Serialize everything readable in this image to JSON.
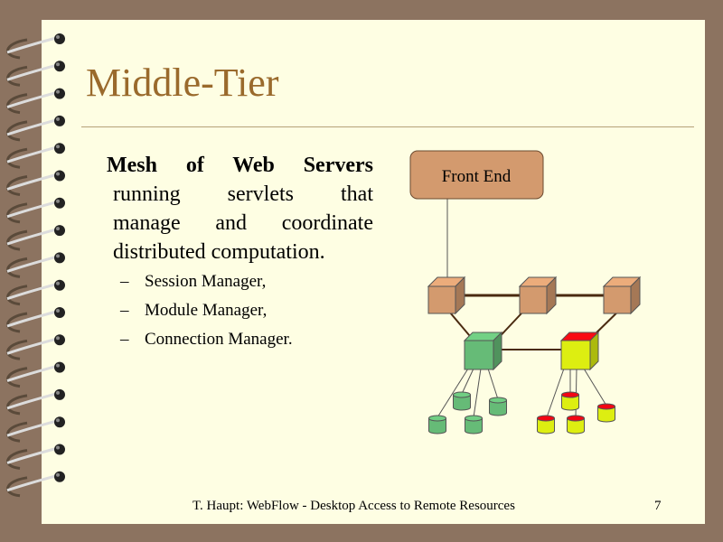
{
  "slide": {
    "title": "Middle-Tier",
    "main_point": {
      "bold_text": "Mesh of Web Servers",
      "body_lines": [
        "running servlets that",
        "manage and coordinate",
        "distributed computation."
      ]
    },
    "bullets": [
      {
        "dash": "–",
        "text": "Session Manager,"
      },
      {
        "dash": "–",
        "text": "Module Manager,"
      },
      {
        "dash": "–",
        "text": "Connection Manager."
      }
    ],
    "diagram": {
      "front_end_label": "Front End",
      "colors": {
        "front_end_box": "#d39a6e",
        "tan_server": "#d39a6e",
        "green_server": "#66bb77",
        "yellow_server": "#ddee11",
        "green_db": "#66bb77",
        "yellow_db": "#ddee11",
        "link_line": "#4a2a10"
      }
    },
    "footer": "T. Haupt: WebFlow - Desktop Access to Remote Resources",
    "page_number": "7"
  },
  "theme": {
    "background": "#8c7360",
    "paper": "#fefee3",
    "title_color": "#9a6a2c"
  }
}
